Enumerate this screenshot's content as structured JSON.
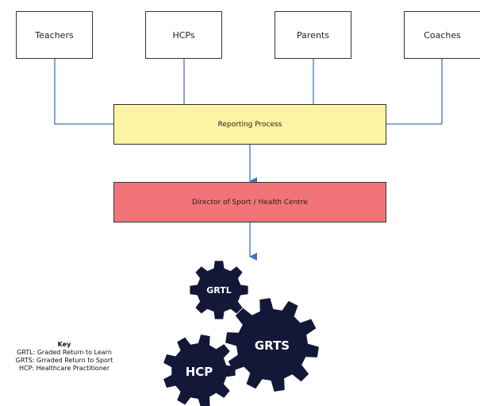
{
  "sources": [
    {
      "label": "Teachers"
    },
    {
      "label": "HCPs"
    },
    {
      "label": "Parents"
    },
    {
      "label": "Coaches"
    }
  ],
  "process": {
    "label": "Reporting Process"
  },
  "director": {
    "label": "Director of Sport / Health Centre"
  },
  "gears": [
    {
      "label": "GRTL"
    },
    {
      "label": "GRTS"
    },
    {
      "label": "HCP"
    }
  ],
  "key": {
    "title": "Key",
    "items": [
      "GRTL: Graded Return to Learn",
      "GRTS: Grraded Return to Sport",
      "HCP: Healthcare Practitioner"
    ]
  },
  "colors": {
    "connector": "#4472c4",
    "process_fill": "#fdf4a3",
    "director_fill": "#f37478",
    "gear_fill": "#131838"
  }
}
